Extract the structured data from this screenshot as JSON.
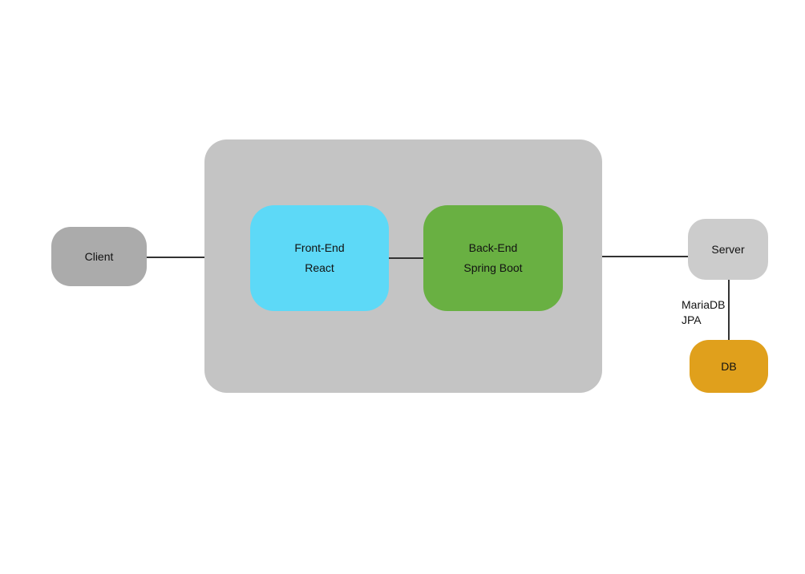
{
  "canvas": {
    "background": "#ffffff"
  },
  "nodes": {
    "client": {
      "label": "Client",
      "fill": "#ababab"
    },
    "group": {
      "fill": "#c4c4c4"
    },
    "frontend": {
      "title": "Front-End",
      "subtitle": "React",
      "fill": "#5dd9f7"
    },
    "backend": {
      "title": "Back-End",
      "subtitle": "Spring Boot",
      "fill": "#69b042"
    },
    "server": {
      "label": "Server",
      "fill": "#cccccc"
    },
    "db": {
      "label": "DB",
      "fill": "#e0a01c"
    }
  },
  "edges": {
    "line_color": "#333333",
    "server_db": {
      "label_line1": "MariaDB",
      "label_line2": "JPA"
    }
  }
}
